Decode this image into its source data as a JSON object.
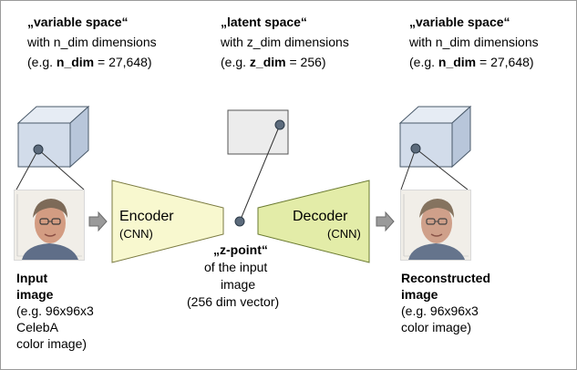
{
  "left_header": {
    "title": "„variable space“",
    "line2": "with n_dim dimensions",
    "eg_prefix": "(e.g. ",
    "eg_bold": "n_dim",
    "eg_suffix": " = 27,648)"
  },
  "middle_header": {
    "title": "„latent space“",
    "line2": "with z_dim dimensions",
    "eg_prefix": "(e.g. ",
    "eg_bold": "z_dim",
    "eg_suffix": " = 256)"
  },
  "right_header": {
    "title": "„variable space“",
    "line2": "with n_dim dimensions",
    "eg_prefix": "(e.g. ",
    "eg_bold": "n_dim",
    "eg_suffix": " = 27,648)"
  },
  "encoder": {
    "label": "Encoder",
    "sub": "(CNN)"
  },
  "decoder": {
    "label": "Decoder",
    "sub": "(CNN)"
  },
  "zpoint": {
    "title": "„z-point“",
    "line2": "of the input",
    "line3": "image",
    "line4": "(256 dim vector)"
  },
  "input_caption": {
    "line1": "Input",
    "line2": "image",
    "line3": "(e.g. 96x96x3",
    "line4": "CelebA",
    "line5": "color image)"
  },
  "output_caption": {
    "line1": "Reconstructed",
    "line2": "image",
    "line3": "(e.g. 96x96x3",
    "line4": "color image)"
  },
  "colors": {
    "cube_front": "#d2dcea",
    "cube_top": "#e6ecf4",
    "cube_side": "#b8c6da",
    "encoder_fill": "#f8f8cf",
    "decoder_fill": "#e3eca8",
    "latent_box": "#ececec",
    "point": "#5c6b7c"
  }
}
